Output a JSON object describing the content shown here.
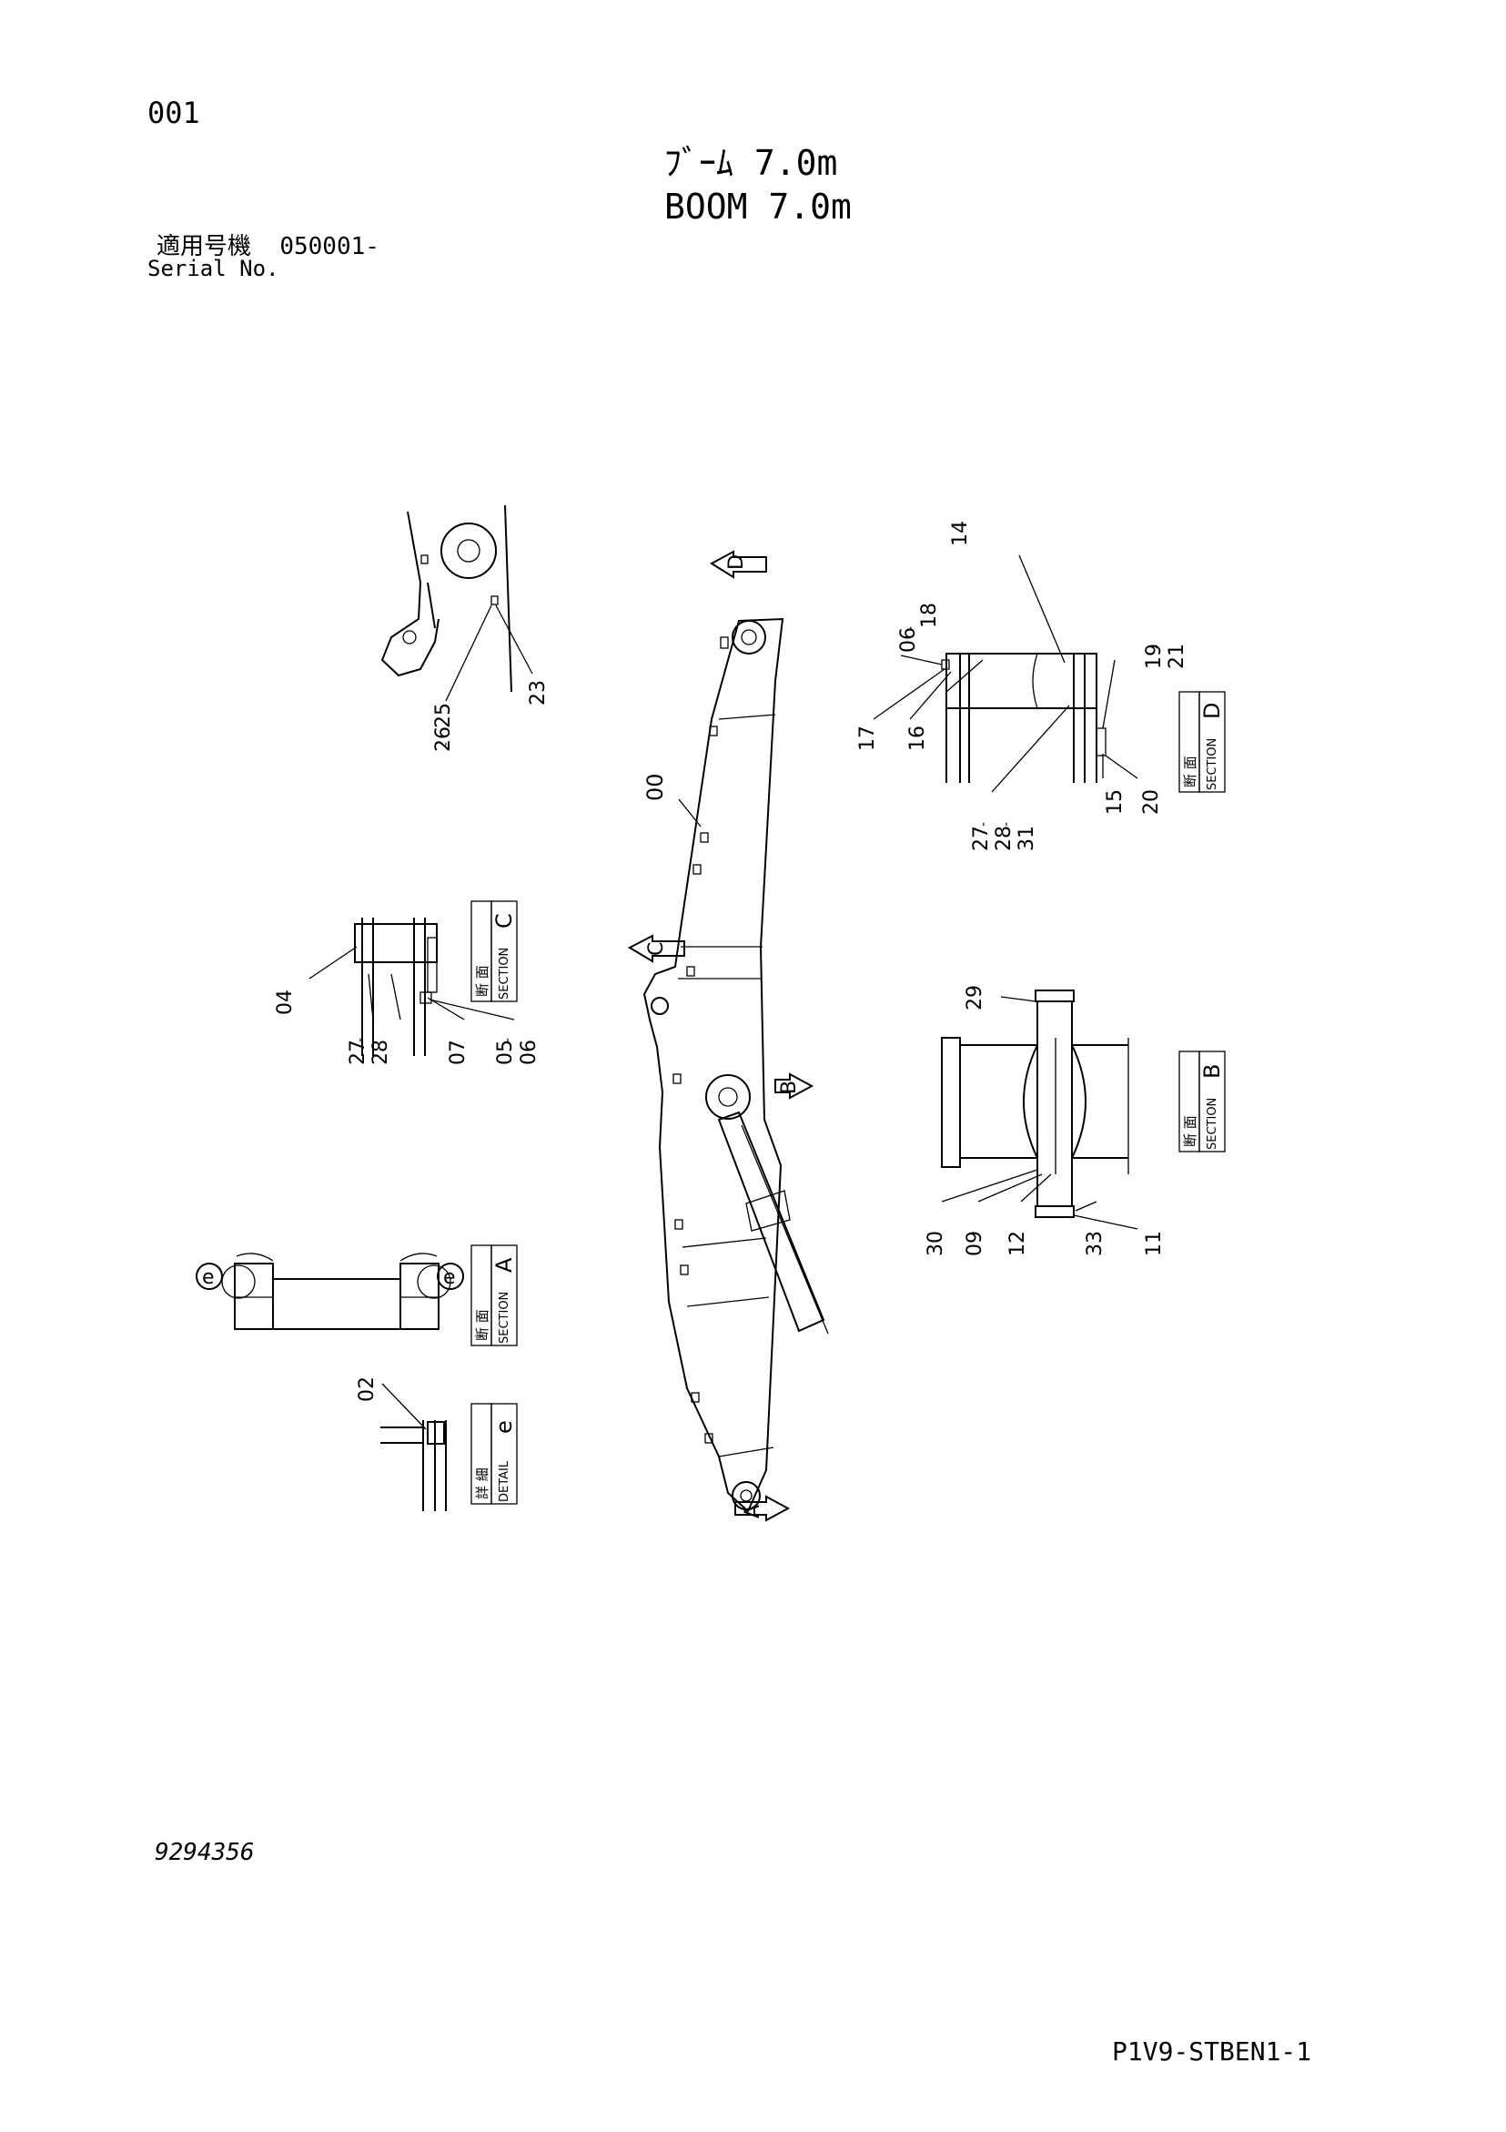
{
  "header": {
    "page_number": "001",
    "title_jp": "ﾌﾞｰﾑ 7.0m",
    "title_en": "BOOM 7.0m",
    "serial_label_jp": "適用号機",
    "serial_value": "050001-",
    "serial_label_en": "Serial No."
  },
  "footer": {
    "part_number": "9294356",
    "sheet_code": "P1V9-STBEN1-1"
  },
  "views": {
    "section_a": {
      "jp": "断 面",
      "en": "SECTION",
      "letter": "A"
    },
    "section_b": {
      "jp": "断 面",
      "en": "SECTION",
      "letter": "B"
    },
    "section_c": {
      "jp": "断 面",
      "en": "SECTION",
      "letter": "C"
    },
    "section_d": {
      "jp": "断 面",
      "en": "SECTION",
      "letter": "D"
    },
    "detail_e": {
      "jp": "詳 細",
      "en": "DETAIL",
      "letter": "e"
    }
  },
  "view_arrows": [
    "D",
    "C",
    "B",
    "A"
  ],
  "detail_marker": "e",
  "callouts": {
    "boom": "00",
    "pin_boss": [
      "25",
      "26",
      "23"
    ],
    "section_d": [
      "14",
      "06",
      "18",
      "17",
      "16",
      "19",
      "21",
      "15",
      "20",
      "27",
      "28",
      "31"
    ],
    "section_c": [
      "04",
      "27",
      "28",
      "07",
      "05",
      "06"
    ],
    "section_b": [
      "29",
      "30",
      "09",
      "12",
      "33",
      "11"
    ],
    "detail_e": [
      "02"
    ]
  }
}
